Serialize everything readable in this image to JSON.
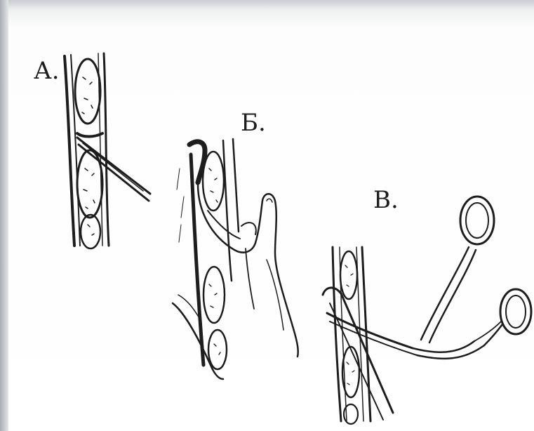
{
  "figure": {
    "panels": [
      {
        "label": "А.",
        "subject": "forceps-dissection"
      },
      {
        "label": "Б.",
        "subject": "finger-dissection"
      },
      {
        "label": "В.",
        "subject": "scissors-dissection"
      }
    ]
  },
  "colors": {
    "ink": "#1d1d1d",
    "paper": "#ffffff"
  }
}
